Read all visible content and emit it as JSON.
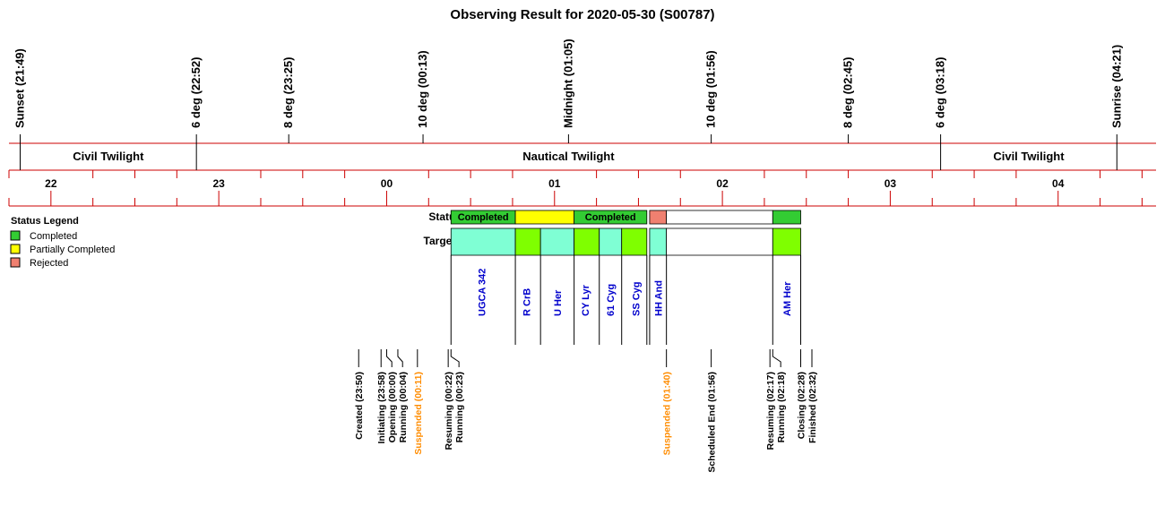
{
  "title": "Observing Result for 2020-05-30 (S00787)",
  "axis": {
    "start": "21:45",
    "end": "04:35",
    "hour_labels": [
      {
        "t": "22:00",
        "label": "22"
      },
      {
        "t": "23:00",
        "label": "23"
      },
      {
        "t": "00:00",
        "label": "00"
      },
      {
        "t": "01:00",
        "label": "01"
      },
      {
        "t": "02:00",
        "label": "02"
      },
      {
        "t": "03:00",
        "label": "03"
      },
      {
        "t": "04:00",
        "label": "04"
      }
    ]
  },
  "sky_events": [
    {
      "t": "21:49",
      "label": "Sunset (21:49)"
    },
    {
      "t": "22:52",
      "label": "6 deg (22:52)"
    },
    {
      "t": "23:25",
      "label": "8 deg (23:25)"
    },
    {
      "t": "00:13",
      "label": "10 deg (00:13)"
    },
    {
      "t": "01:05",
      "label": "Midnight (01:05)"
    },
    {
      "t": "01:56",
      "label": "10 deg (01:56)"
    },
    {
      "t": "02:45",
      "label": "8 deg (02:45)"
    },
    {
      "t": "03:18",
      "label": "6 deg (03:18)"
    },
    {
      "t": "04:21",
      "label": "Sunrise (04:21)"
    }
  ],
  "twilight_zones": [
    {
      "start": "21:49",
      "end": "22:52",
      "label": "Civil Twilight"
    },
    {
      "start": "22:52",
      "end": "03:18",
      "label": "Nautical Twilight"
    },
    {
      "start": "03:18",
      "end": "04:21",
      "label": "Civil Twilight"
    }
  ],
  "legend": {
    "title": "Status Legend",
    "items": [
      {
        "label": "Completed",
        "color": "#33cc33"
      },
      {
        "label": "Partially Completed",
        "color": "#ffff00"
      },
      {
        "label": "Rejected",
        "color": "#f08070"
      }
    ]
  },
  "rows": {
    "status_label": "Status",
    "targets_label": "Targets"
  },
  "status_segments": [
    {
      "start": "00:23",
      "end": "00:46",
      "color": "#33cc33",
      "text": "Completed"
    },
    {
      "start": "00:46",
      "end": "01:07",
      "color": "#ffff00",
      "text": ""
    },
    {
      "start": "01:07",
      "end": "01:33",
      "color": "#33cc33",
      "text": "Completed"
    },
    {
      "start": "01:34",
      "end": "01:40",
      "color": "#f08070",
      "text": ""
    },
    {
      "start": "01:40",
      "end": "02:18",
      "color": "#ffffff",
      "text": ""
    },
    {
      "start": "02:18",
      "end": "02:28",
      "color": "#33cc33",
      "text": ""
    }
  ],
  "target_segments": [
    {
      "start": "00:23",
      "end": "00:46",
      "color": "#7fffd4"
    },
    {
      "start": "00:46",
      "end": "00:55",
      "color": "#7fff00"
    },
    {
      "start": "00:55",
      "end": "01:07",
      "color": "#7fffd4"
    },
    {
      "start": "01:07",
      "end": "01:16",
      "color": "#7fff00"
    },
    {
      "start": "01:16",
      "end": "01:24",
      "color": "#7fffd4"
    },
    {
      "start": "01:24",
      "end": "01:33",
      "color": "#7fff00"
    },
    {
      "start": "01:34",
      "end": "01:40",
      "color": "#7fffd4"
    },
    {
      "start": "01:40",
      "end": "02:18",
      "color": "#ffffff"
    },
    {
      "start": "02:18",
      "end": "02:28",
      "color": "#7fff00"
    }
  ],
  "target_dividers": [
    "00:23",
    "00:46",
    "00:55",
    "01:07",
    "01:16",
    "01:24",
    "01:33",
    "01:34",
    "01:40",
    "02:18",
    "02:28"
  ],
  "target_names": [
    {
      "t": "00:34",
      "label": "UGCA 342"
    },
    {
      "t": "00:50",
      "label": "R CrB"
    },
    {
      "t": "01:01",
      "label": "U Her"
    },
    {
      "t": "01:11",
      "label": "CY Lyr"
    },
    {
      "t": "01:20",
      "label": "61 Cyg"
    },
    {
      "t": "01:29",
      "label": "SS Cyg"
    },
    {
      "t": "01:37",
      "label": "HH And"
    },
    {
      "t": "02:23",
      "label": "AM Her"
    }
  ],
  "name_color": "#0000cc",
  "events": [
    {
      "t": "23:50",
      "label": "Created (23:50)",
      "highlight": false
    },
    {
      "t": "23:58",
      "label": "Initiating (23:58)",
      "highlight": false
    },
    {
      "t": "00:00",
      "label": "Opening (00:00)",
      "highlight": false
    },
    {
      "t": "00:04",
      "label": "Running (00:04)",
      "highlight": false
    },
    {
      "t": "00:11",
      "label": "Suspended (00:11)",
      "highlight": true
    },
    {
      "t": "00:22",
      "label": "Resuming (00:22)",
      "highlight": false
    },
    {
      "t": "00:23",
      "label": "Running (00:23)",
      "highlight": false
    },
    {
      "t": "01:40",
      "label": "Suspended (01:40)",
      "highlight": true
    },
    {
      "t": "01:56",
      "label": "Scheduled End (01:56)",
      "highlight": false
    },
    {
      "t": "02:17",
      "label": "Resuming (02:17)",
      "highlight": false
    },
    {
      "t": "02:18",
      "label": "Running (02:18)",
      "highlight": false
    },
    {
      "t": "02:28",
      "label": "Closing (02:28)",
      "highlight": false
    },
    {
      "t": "02:32",
      "label": "Finished (02:32)",
      "highlight": false
    }
  ],
  "highlight_color": "#ff8c00",
  "line_color": "#cc0000"
}
